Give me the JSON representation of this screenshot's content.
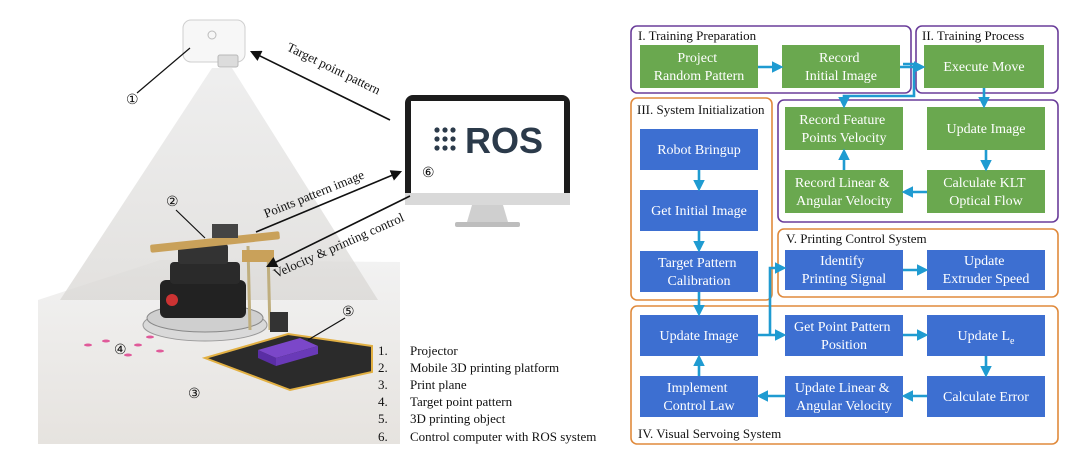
{
  "left": {
    "markers": [
      "①",
      "②",
      "③",
      "④",
      "⑤",
      "⑥"
    ],
    "ros_logo_text": "ROS",
    "arrows": {
      "target": "Target point pattern",
      "points": "Points pattern image",
      "velocity": "Velocity & printing control"
    },
    "legend": [
      {
        "num": "1.",
        "text": "Projector"
      },
      {
        "num": "2.",
        "text": "Mobile 3D printing platform"
      },
      {
        "num": "3.",
        "text": "Print plane"
      },
      {
        "num": "4.",
        "text": "Target point pattern"
      },
      {
        "num": "5.",
        "text": "3D printing object"
      },
      {
        "num": "6.",
        "text": "Control computer with ROS system"
      }
    ]
  },
  "flow": {
    "colors": {
      "green": "#6aa84f",
      "blue": "#3d6fd1",
      "purple": "#6a3d9a",
      "orange": "#e08a3c",
      "arrow": "#1f9bd1"
    },
    "groups": {
      "g1": "I. Training Preparation",
      "g2": "II. Training Process",
      "g3": "III. System Initialization",
      "g4": "IV. Visual Servoing System",
      "g5": "V. Printing Control System"
    },
    "boxes": {
      "project": [
        "Project",
        "Random Pattern"
      ],
      "record_initial": [
        "Record",
        "Initial Image"
      ],
      "execute": [
        "Execute Move"
      ],
      "record_feature": [
        "Record Feature",
        "Points Velocity"
      ],
      "update_img_tr": [
        "Update Image"
      ],
      "record_linear": [
        "Record Linear &",
        "Angular Velocity"
      ],
      "klt": [
        "Calculate KLT",
        "Optical Flow"
      ],
      "bringup": [
        "Robot Bringup"
      ],
      "get_initial": [
        "Get Initial Image"
      ],
      "calibration": [
        "Target Pattern",
        "Calibration"
      ],
      "identify": [
        "Identify",
        "Printing Signal"
      ],
      "extruder": [
        "Update",
        "Extruder Speed"
      ],
      "update_img_vs": [
        "Update Image"
      ],
      "get_point": [
        "Get Point Pattern",
        "Position"
      ],
      "update_le_main": "Update L",
      "update_le_sub": "e",
      "implement": [
        "Implement",
        "Control Law"
      ],
      "update_vel": [
        "Update Linear &",
        "Angular Velocity"
      ],
      "calc_error": [
        "Calculate Error"
      ]
    }
  }
}
